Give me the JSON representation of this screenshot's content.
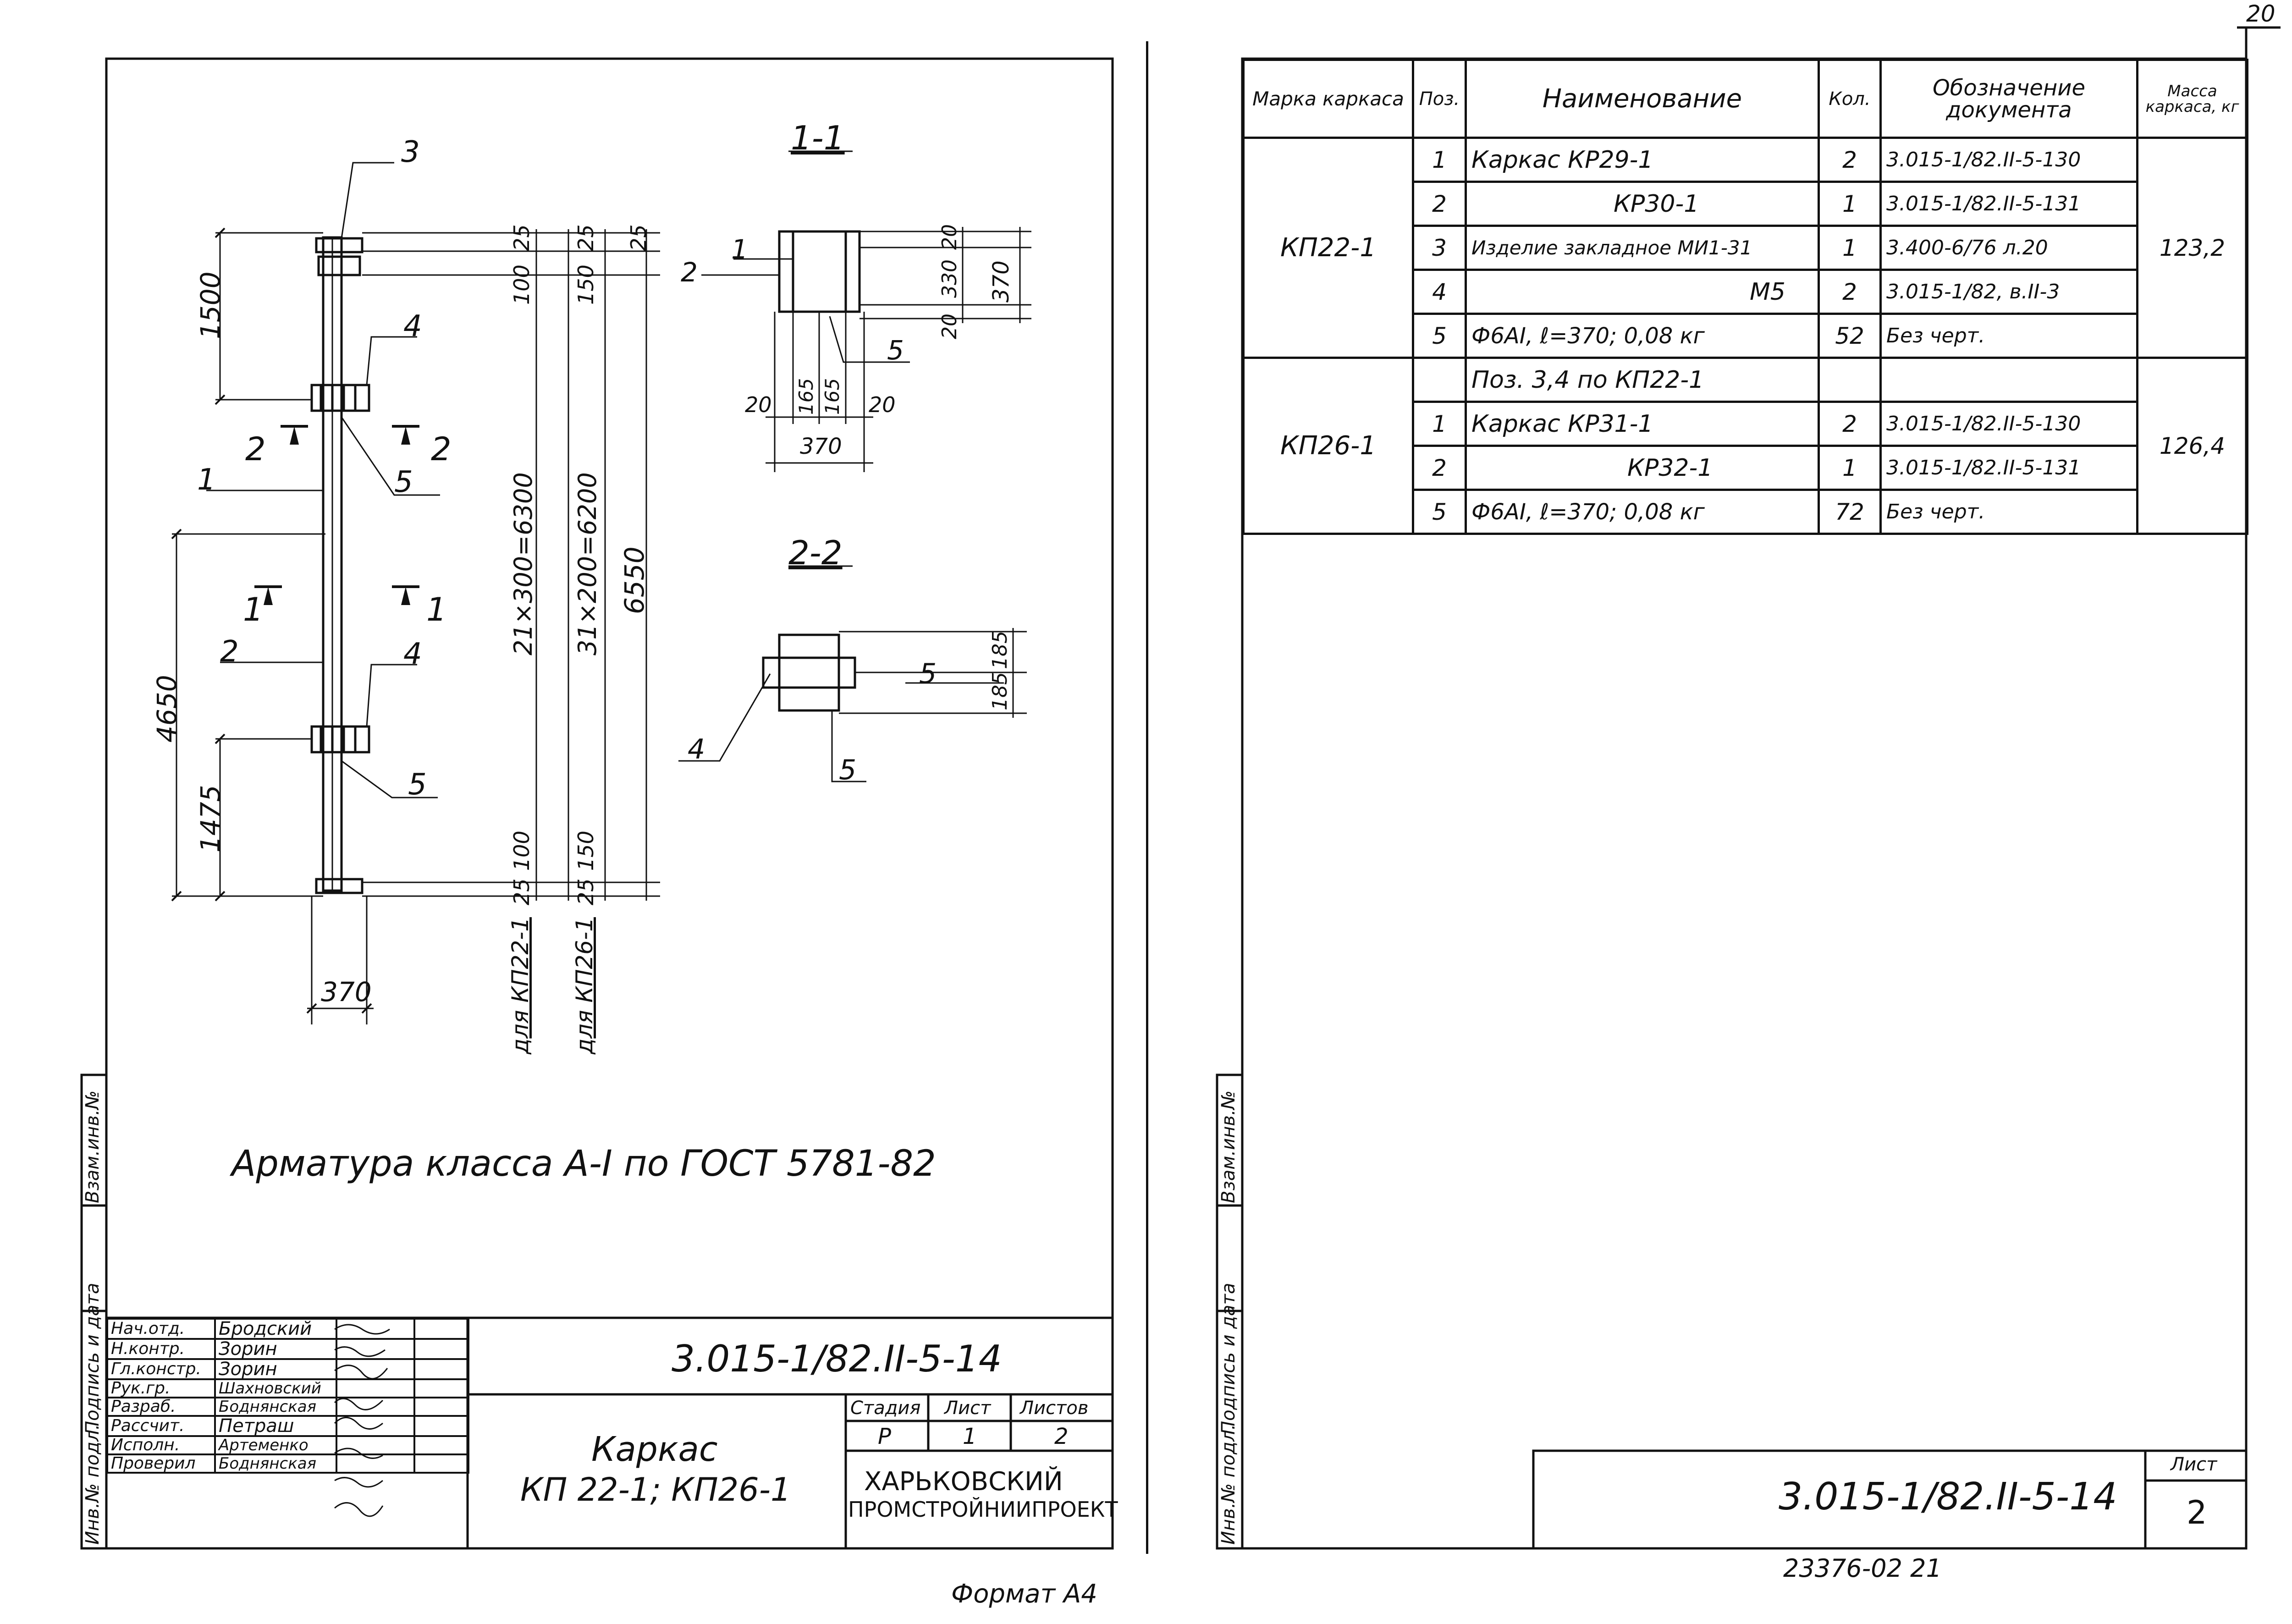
{
  "sheet_left": {
    "corner_number": "",
    "drawing": {
      "callouts": [
        "1",
        "2",
        "3",
        "4",
        "5"
      ],
      "section_marks": {
        "s1": "1",
        "s2": "2"
      },
      "dims": {
        "d1500": "1500",
        "d4650": "4650",
        "d1475": "1475",
        "d370": "370",
        "d25": "25",
        "d100": "100",
        "d150": "150",
        "d21x300": "21×300=6300",
        "d31x200": "31×200=6200",
        "d6550": "6550",
        "for_kp22": "для КП22-1",
        "for_kp26": "для КП26-1"
      },
      "section_1_1": {
        "title": "1-1",
        "dims": {
          "d20a": "20",
          "d330": "330",
          "d20b": "20",
          "d370v": "370",
          "d20l": "20",
          "d165a": "165",
          "d165b": "165",
          "d20r": "20",
          "d370h": "370"
        },
        "callouts": {
          "c1": "1",
          "c2": "2",
          "c5": "5"
        }
      },
      "section_2_2": {
        "title": "2-2",
        "dims": {
          "d185a": "185",
          "d185b": "185"
        },
        "callouts": {
          "c4": "4",
          "c5a": "5",
          "c5b": "5"
        }
      }
    },
    "note": "Арматура класса А-I по ГОСТ 5781-82",
    "side_stamp": [
      "Инв.№ подл.",
      "Подпись и дата",
      "Взам.инв.№"
    ],
    "title_block": {
      "people": [
        {
          "role": "Нач.отд.",
          "name": "Бродский"
        },
        {
          "role": "Н.контр.",
          "name": "Зорин"
        },
        {
          "role": "Гл.констр.",
          "name": "Зорин"
        },
        {
          "role": "Рук.гр.",
          "name": "Шахновский"
        },
        {
          "role": "Разраб.",
          "name": "Боднянская"
        },
        {
          "role": "Рассчит.",
          "name": "Петраш"
        },
        {
          "role": "Исполн.",
          "name": "Артеменко"
        },
        {
          "role": "Проверил",
          "name": "Боднянская"
        }
      ],
      "doc_code": "3.015-1/82.II-5-14",
      "title_line1": "Каркас",
      "title_line2": "КП 22-1; КП26-1",
      "stage_label": "Стадия",
      "stage_value": "Р",
      "sheet_label": "Лист",
      "sheet_value": "1",
      "sheets_label": "Листов",
      "sheets_value": "2",
      "org_line1": "ХАРЬКОВСКИЙ",
      "org_line2": "ПРОМСТРОЙНИИПРОЕКТ"
    },
    "format_label": "Формат А4"
  },
  "sheet_right": {
    "corner_number": "20",
    "spec_table": {
      "headers": {
        "mark": "Марка каркаса",
        "pos": "Поз.",
        "name": "Наименование",
        "qty": "Кол.",
        "doc": "Обозначение документа",
        "mass": "Масса каркаса, кг"
      },
      "groups": [
        {
          "mark": "КП22-1",
          "mass": "123,2",
          "rows": [
            {
              "pos": "1",
              "name": "Каркас КР29-1",
              "qty": "2",
              "doc": "3.015-1/82.II-5-130"
            },
            {
              "pos": "2",
              "name": "КР30-1",
              "qty": "1",
              "doc": "3.015-1/82.II-5-131"
            },
            {
              "pos": "3",
              "name": "Изделие закладное МИ1-31",
              "qty": "1",
              "doc": "3.400-6/76 л.20"
            },
            {
              "pos": "4",
              "name": "М5",
              "qty": "2",
              "doc": "3.015-1/82, в.II-3"
            },
            {
              "pos": "5",
              "name": "Ф6АI, ℓ=370; 0,08 кг",
              "qty": "52",
              "doc": "Без черт."
            }
          ]
        },
        {
          "mark": "КП26-1",
          "mass": "126,4",
          "rows": [
            {
              "pos": "",
              "name": "Поз. 3,4 по КП22-1",
              "qty": "",
              "doc": ""
            },
            {
              "pos": "1",
              "name": "Каркас КР31-1",
              "qty": "2",
              "doc": "3.015-1/82.II-5-130"
            },
            {
              "pos": "2",
              "name": "КР32-1",
              "qty": "1",
              "doc": "3.015-1/82.II-5-131"
            },
            {
              "pos": "5",
              "name": "Ф6АI, ℓ=370; 0,08 кг",
              "qty": "72",
              "doc": "Без черт."
            }
          ]
        }
      ]
    },
    "side_stamp": [
      "Инв.№ подл.",
      "Подпись и дата",
      "Взам.инв.№"
    ],
    "doc_code": "3.015-1/82.II-5-14",
    "sheet_label": "Лист",
    "sheet_value": "2",
    "stamp_number": "23376-02 21"
  },
  "colors": {
    "ink": "#111111",
    "paper": "#ffffff"
  }
}
